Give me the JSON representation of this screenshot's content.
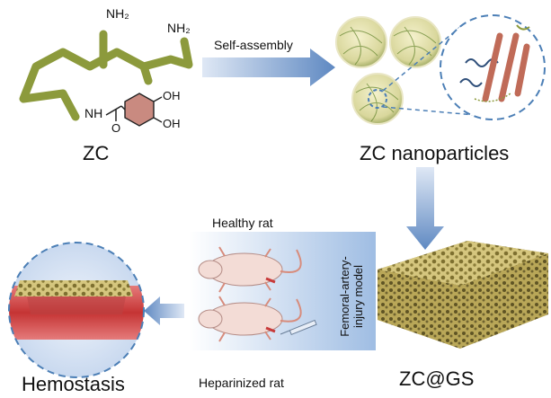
{
  "molecule": {
    "label": "ZC",
    "amine_top": "NH₂",
    "amine_right": "NH₂",
    "amide": "NH",
    "hydroxyl_1": "OH",
    "hydroxyl_2": "OH",
    "carbonyl": "O"
  },
  "step_self_assembly": "Self-assembly",
  "nanoparticles_label": "ZC nanoparticles",
  "sponge_label": "ZC@GS",
  "model_label": {
    "line1": "Femoral-artery-",
    "line2": "injury model"
  },
  "rat_top_label": "Healthy rat",
  "rat_bottom_label": "Heparinized rat",
  "outcome_label": "Hemostasis",
  "colors": {
    "polymer": "#8c9a3c",
    "catechol_ring": "#c98a80",
    "arrow": "#6f94c7",
    "dash_circle": "#4c7fb6",
    "vessel": "#c83a3a",
    "sponge": "#c8b86a"
  }
}
